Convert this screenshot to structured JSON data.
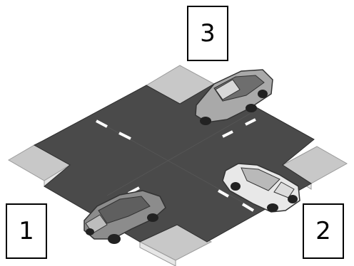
{
  "labels": {
    "car_1": "1",
    "car_2": "2",
    "car_3": "3"
  },
  "colors": {
    "road": "#4a4a4a",
    "road_edge": "#2e2e2e",
    "sidewalk": "#c8c8c8",
    "sidewalk_edge": "#9a9a9a",
    "curb": "#e6e6e6",
    "lane_marking": "#ffffff",
    "car_dark": "#8c8c8c",
    "car_light": "#e8e8e8"
  }
}
